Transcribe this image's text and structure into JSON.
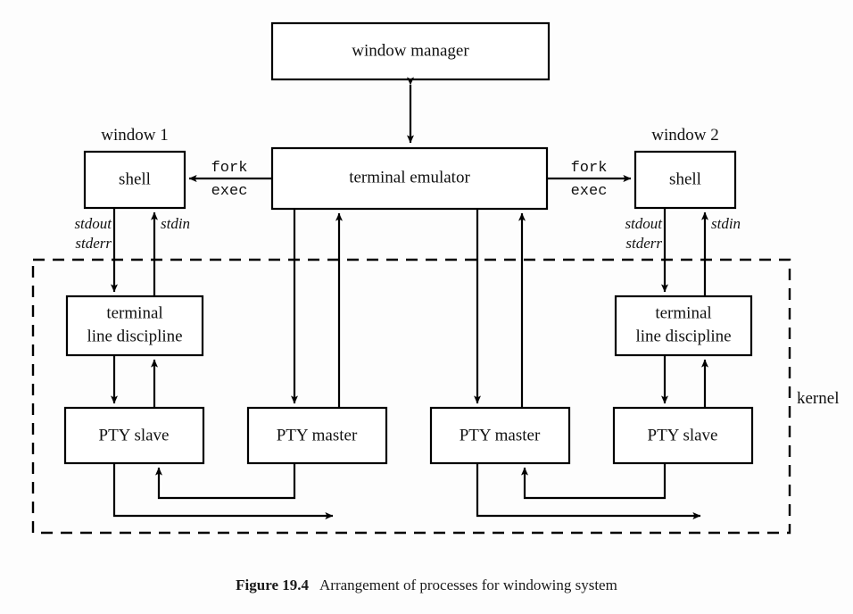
{
  "figure": {
    "caption_number": "Figure 19.4",
    "caption_text": "Arrangement of processes for windowing system"
  },
  "boxes": {
    "window_manager": "window manager",
    "terminal_emulator": "terminal emulator",
    "shell_left": "shell",
    "shell_right": "shell",
    "tld_left_line1": "terminal",
    "tld_left_line2": "line discipline",
    "tld_right_line1": "terminal",
    "tld_right_line2": "line discipline",
    "pty_slave_left": "PTY slave",
    "pty_master_left": "PTY master",
    "pty_master_right": "PTY master",
    "pty_slave_right": "PTY slave"
  },
  "labels": {
    "window_1": "window 1",
    "window_2": "window 2",
    "kernel": "kernel",
    "fork_left": "fork",
    "exec_left": "exec",
    "fork_right": "fork",
    "exec_right": "exec",
    "stdout_left": "stdout",
    "stderr_left": "stderr",
    "stdin_left": "stdin",
    "stdout_right": "stdout",
    "stderr_right": "stderr",
    "stdin_right": "stdin"
  },
  "colors": {
    "stroke": "#000000",
    "box_fill": "#ffffff",
    "background": "#fdfdfd",
    "text": "#111111"
  }
}
